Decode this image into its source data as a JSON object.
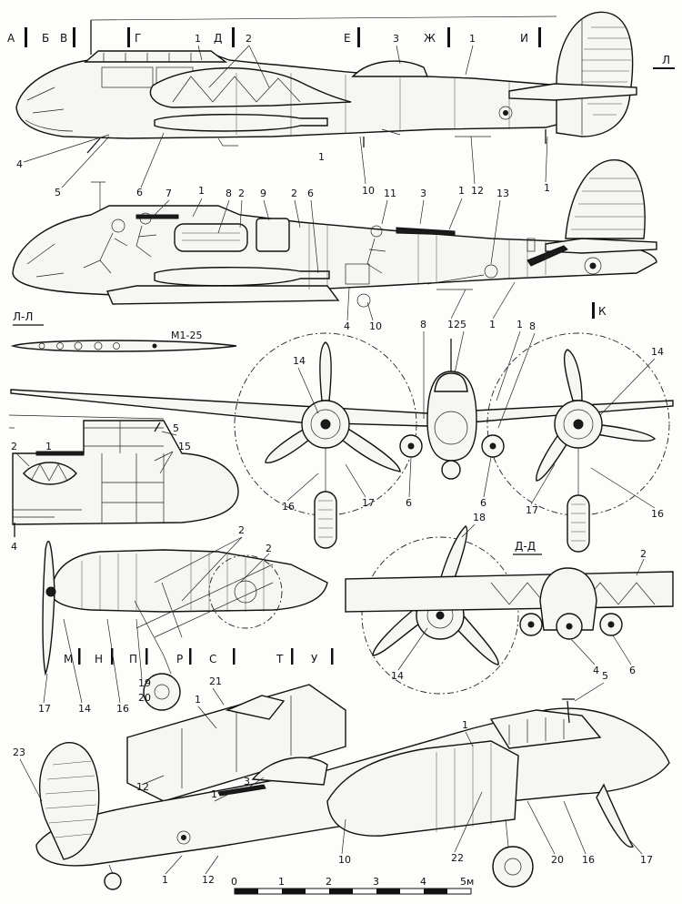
{
  "section_markers": [
    "А",
    "Б",
    "В",
    "Г",
    "Д",
    "Е",
    "Ж",
    "И",
    "Л",
    "К",
    "М",
    "Н",
    "П",
    "Р",
    "С",
    "Т",
    "У"
  ],
  "section_views": {
    "l_l": "Л-Л",
    "d_d": "Д-Д"
  },
  "profile_label": "M1-25",
  "callouts": {
    "v1": [
      "1",
      "2",
      "3",
      "1",
      "1",
      "4",
      "5",
      "6",
      "10",
      "12",
      "1"
    ],
    "v2": [
      "7",
      "1",
      "8",
      "2",
      "9",
      "2",
      "6",
      "11",
      "3",
      "1",
      "13",
      "4",
      "10",
      "12",
      "1"
    ],
    "front": [
      "14",
      "8",
      "5",
      "1",
      "8",
      "14",
      "6",
      "6",
      "16",
      "17",
      "17",
      "16"
    ],
    "l_l": [
      "5",
      "1",
      "2",
      "15",
      "4"
    ],
    "mid": [
      "2",
      "2",
      "17",
      "14",
      "16",
      "19",
      "20"
    ],
    "d_d": [
      "18",
      "2",
      "14",
      "4",
      "6"
    ],
    "persp": [
      "21",
      "1",
      "1",
      "5",
      "23",
      "12",
      "3",
      "1",
      "10",
      "22",
      "20",
      "16",
      "17",
      "1",
      "12"
    ]
  },
  "scale": {
    "ticks": [
      "0",
      "1",
      "2",
      "3",
      "4",
      "5м"
    ]
  }
}
